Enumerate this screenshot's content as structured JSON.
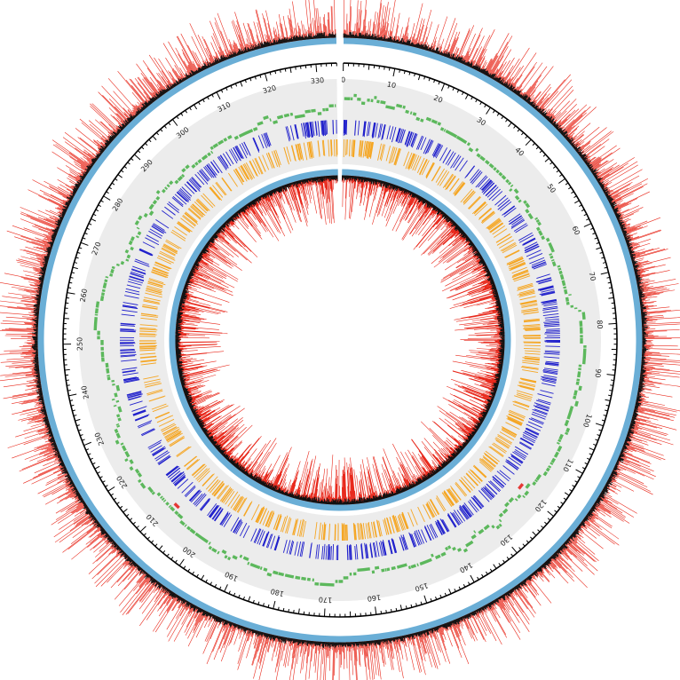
{
  "map": {
    "total_kb": 334,
    "label_every_kb": 10,
    "colors": {
      "background": "#ffffff",
      "outer_spikes": "#e8291c",
      "spike_core": "#111111",
      "coverage_band": "#6aaed6",
      "scale_ring": "#000000",
      "grey_bands": "#ececec",
      "gene_features": "#5cb85c",
      "forward_marks": "#2222cc",
      "reverse_marks": "#f5a623",
      "highlight": "#e53935"
    },
    "tick_labels": [
      "0",
      "10",
      "20",
      "30",
      "40",
      "50",
      "60",
      "70",
      "80",
      "90",
      "100",
      "110",
      "120",
      "130",
      "140",
      "150",
      "160",
      "170",
      "180",
      "190",
      "200",
      "210",
      "220",
      "230",
      "240",
      "250",
      "260",
      "270",
      "280",
      "290",
      "300",
      "310",
      "320",
      "330"
    ],
    "highlights_kb": [
      119.5,
      208.5
    ],
    "tracks": [
      {
        "id": "outer-signal"
      },
      {
        "id": "scale"
      },
      {
        "id": "gene-features"
      },
      {
        "id": "forward-features"
      },
      {
        "id": "reverse-features"
      },
      {
        "id": "inner-signal"
      }
    ]
  }
}
